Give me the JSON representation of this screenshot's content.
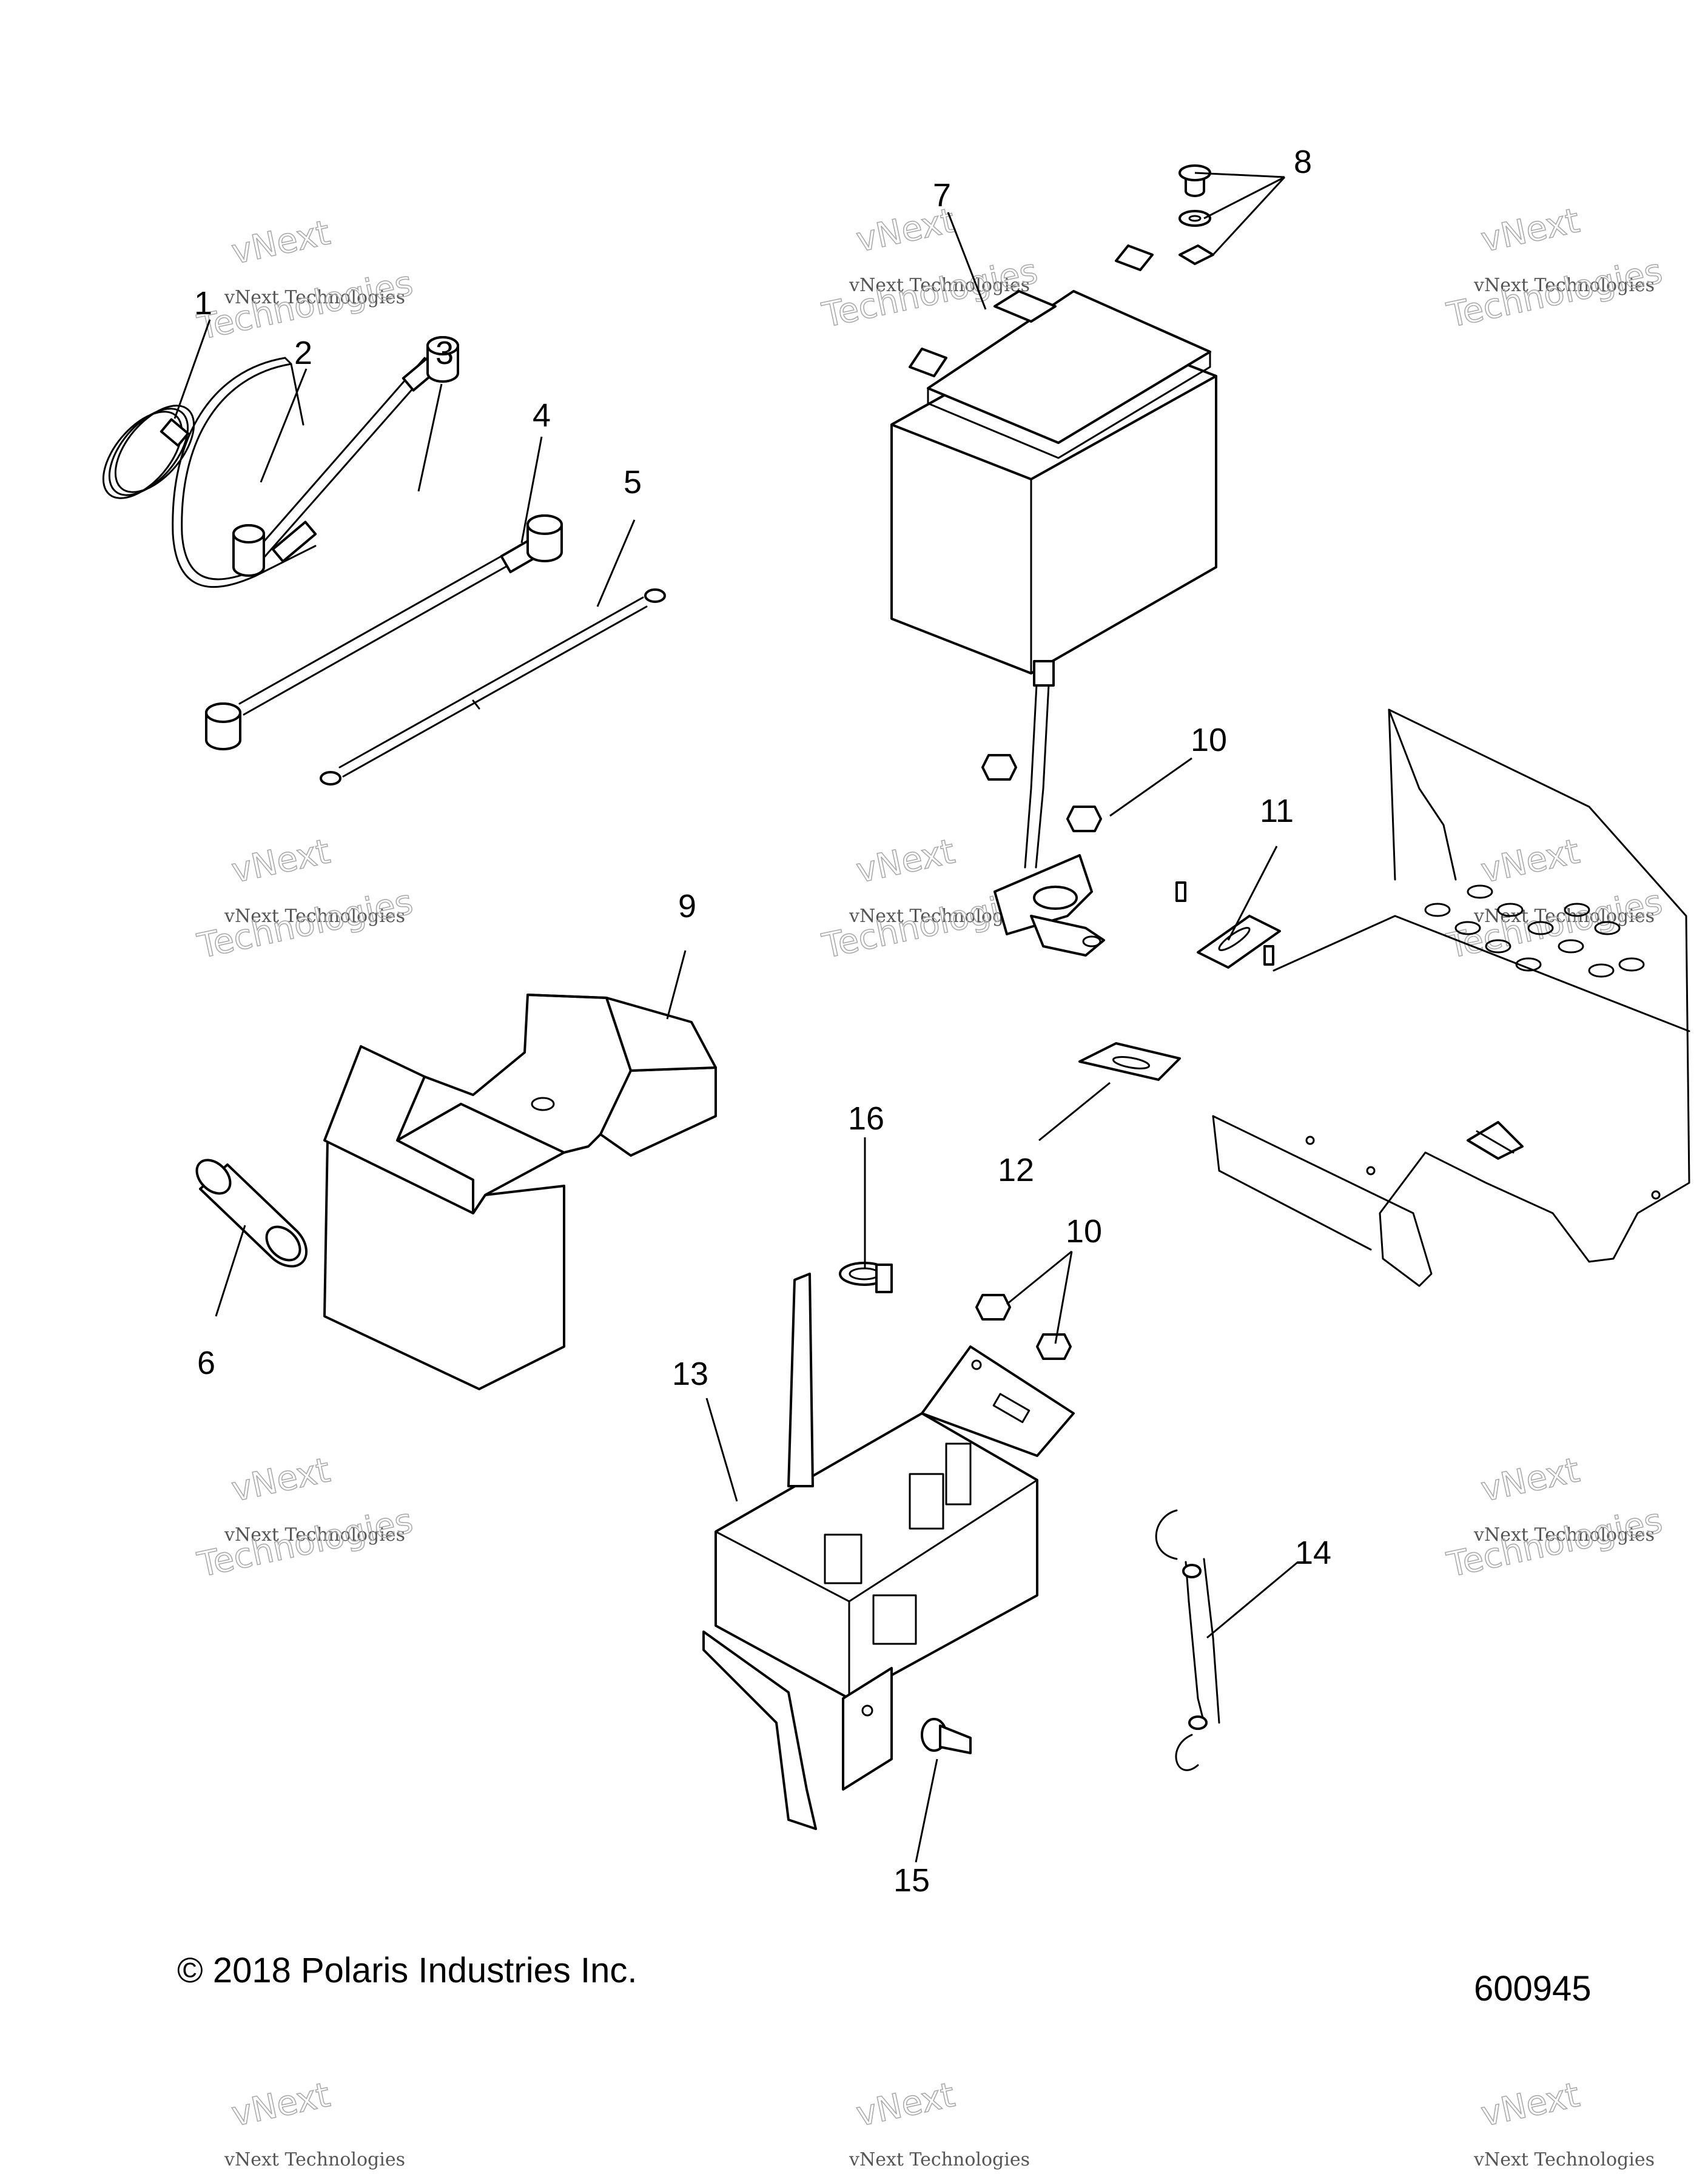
{
  "callouts": [
    "1",
    "2",
    "3",
    "4",
    "5",
    "6",
    "7",
    "8",
    "9",
    "10",
    "11",
    "12",
    "13",
    "14",
    "15",
    "16"
  ],
  "callout_10_repeat": "10",
  "watermark": {
    "line1": "vNext Technologies",
    "line2": "vNext",
    "line3": "Technologies"
  },
  "footer": {
    "copyright": "© 2018 Polaris Industries Inc.",
    "figure_number": "600945"
  }
}
